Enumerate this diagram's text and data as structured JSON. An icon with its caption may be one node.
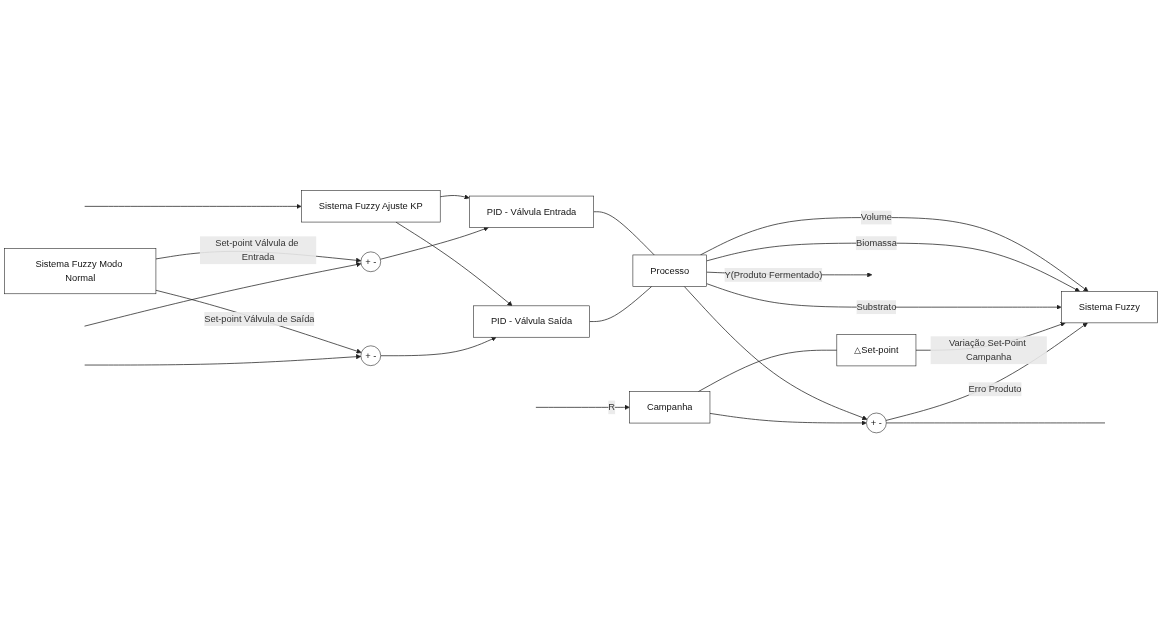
{
  "diagram": {
    "nodes": [
      {
        "text": [
          "Sistema Fuzzy Ajuste KP"
        ]
      },
      {
        "text": [
          "+",
          "-"
        ]
      },
      {
        "text": [
          "PID - Válvula Entrada"
        ]
      },
      {
        "text": [
          "Processo"
        ]
      },
      {
        "text": [
          "+",
          "-"
        ]
      },
      {
        "text": [
          "PID - Válvula Saída"
        ]
      },
      {
        "text": [
          "Sistema Fuzzy Modo Normal"
        ]
      },
      {
        "text": [
          "Sistema Fuzzy"
        ]
      },
      {
        "text": [
          "+",
          "-"
        ]
      },
      {
        "text": [
          "Campanha"
        ]
      },
      {
        "text": [
          "△Set-point"
        ]
      }
    ],
    "edges": [
      {
        "from": null,
        "to": 0,
        "arrow": "to"
      },
      {
        "from": 0,
        "to": 2,
        "arrow": "to"
      },
      {
        "from": 0,
        "to": 5,
        "arrow": "to"
      },
      {
        "from": 1,
        "to": 2,
        "arrow": "to"
      },
      {
        "from": 4,
        "to": 5,
        "arrow": "to"
      },
      {
        "from": 2,
        "to": 3,
        "arrow": "none"
      },
      {
        "from": 5,
        "to": 3,
        "arrow": "none"
      },
      {
        "from": 3,
        "to": null,
        "arrow": "to",
        "label": "Y(Produto Fermentado)"
      },
      {
        "from": 3,
        "to": 7,
        "arrow": "to",
        "label": "Volume"
      },
      {
        "from": 3,
        "to": 7,
        "arrow": "to",
        "label": "Biomassa"
      },
      {
        "from": 3,
        "to": 7,
        "arrow": "to",
        "label": "Substrato"
      },
      {
        "from": 10,
        "to": 7,
        "arrow": "to",
        "label": "Variação Set-Point Campanha"
      },
      {
        "from": 8,
        "to": 7,
        "arrow": "to",
        "label": "Erro Produto"
      },
      {
        "from": 8,
        "to": null,
        "arrow": "none"
      },
      {
        "from": 3,
        "to": 8,
        "arrow": "to"
      },
      {
        "from": 9,
        "to": 8,
        "arrow": "to"
      },
      {
        "from": 9,
        "to": 10,
        "arrow": "none"
      },
      {
        "from": null,
        "to": 9,
        "arrow": "to",
        "label": "R"
      },
      {
        "from": 6,
        "to": 4,
        "arrow": "to",
        "label": "Set-point Válvula de Saída"
      },
      {
        "from": 6,
        "to": 1,
        "arrow": "to",
        "label": "Set-point Válvula de Entrada"
      },
      {
        "from": null,
        "to": 1,
        "arrow": "to"
      },
      {
        "from": null,
        "to": 4,
        "arrow": "to"
      }
    ]
  }
}
